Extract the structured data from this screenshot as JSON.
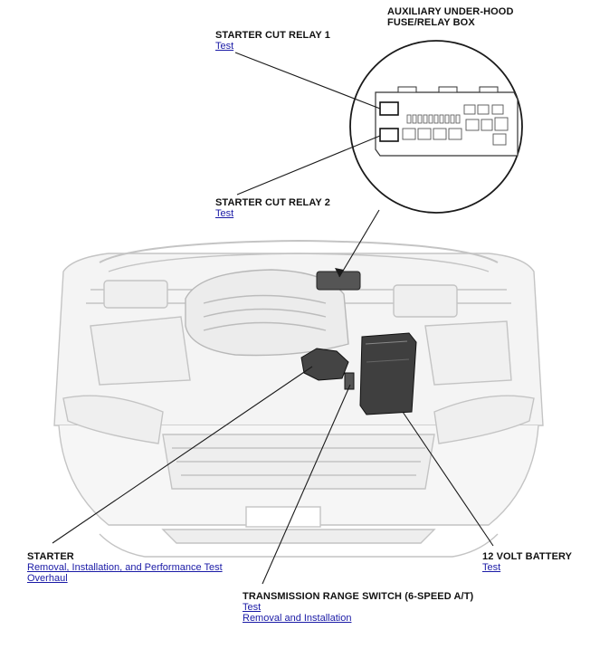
{
  "labels": {
    "aux_box": {
      "line1": "AUXILIARY UNDER-HOOD",
      "line2": "FUSE/RELAY BOX"
    },
    "relay1": {
      "title": "STARTER CUT RELAY 1",
      "links": [
        "Test"
      ]
    },
    "relay2": {
      "title": "STARTER CUT RELAY 2",
      "links": [
        "Test"
      ]
    },
    "starter": {
      "title": "STARTER",
      "links": [
        "Removal, Installation, and Performance Test",
        "Overhaul"
      ]
    },
    "battery": {
      "title": "12 VOLT BATTERY",
      "links": [
        "Test"
      ]
    },
    "trans_switch": {
      "title": "TRANSMISSION RANGE SWITCH (6-SPEED A/T)",
      "links": [
        "Test",
        "Removal and Installation"
      ]
    }
  },
  "colors": {
    "link": "#1a1aa6",
    "text": "#111111",
    "line": "#222222",
    "drawing": "#c8c8c8"
  }
}
